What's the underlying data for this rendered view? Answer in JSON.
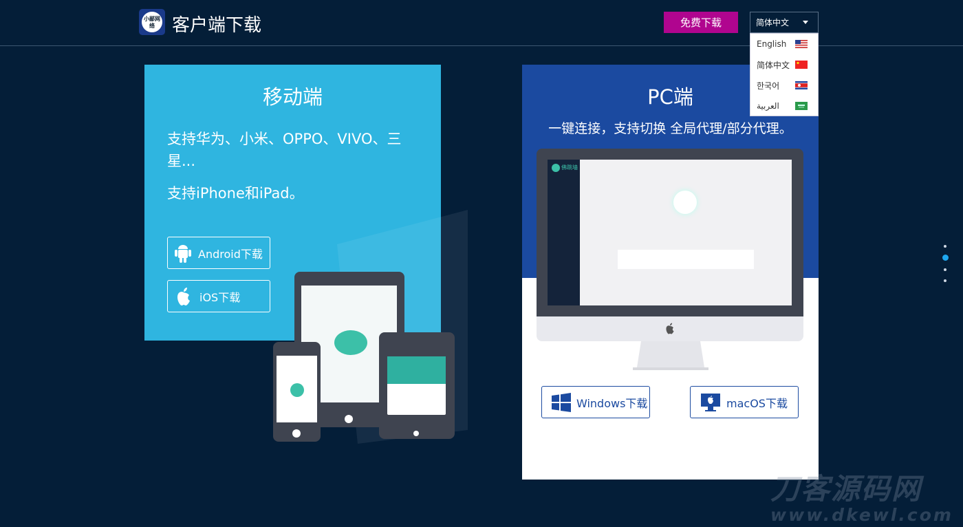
{
  "header": {
    "logo_text": "小鄙网络",
    "title": "客户端下载",
    "free_download": "免费下载",
    "language_selected": "简体中文"
  },
  "language_menu": [
    {
      "label": "English",
      "flag": "us-flag"
    },
    {
      "label": "简体中文",
      "flag": "cn-flag"
    },
    {
      "label": "한국어",
      "flag": "kp-flag"
    },
    {
      "label": "العربية",
      "flag": "sa-flag"
    }
  ],
  "mobile": {
    "title": "移动端",
    "line1": "支持华为、小米、OPPO、VIVO、三星...",
    "line2": "支持iPhone和iPad。",
    "android_btn": "Android下载",
    "ios_btn": "iOS下载"
  },
  "pc": {
    "title": "PC端",
    "subtitle": "一键连接，支持切换 全局代理/部分代理。",
    "windows_btn": "Windows下载",
    "mac_btn": "macOS下载",
    "app_name": "佛跳墙"
  },
  "pager": {
    "count": 4,
    "active": 1
  },
  "watermark": {
    "line1": "刀客源码网",
    "line2": "www.dkewl.com"
  },
  "colors": {
    "bg": "#041e38",
    "mobile_card": "#2fb5e0",
    "pc_card": "#1b4aa0",
    "accent_button": "#b0058f"
  }
}
